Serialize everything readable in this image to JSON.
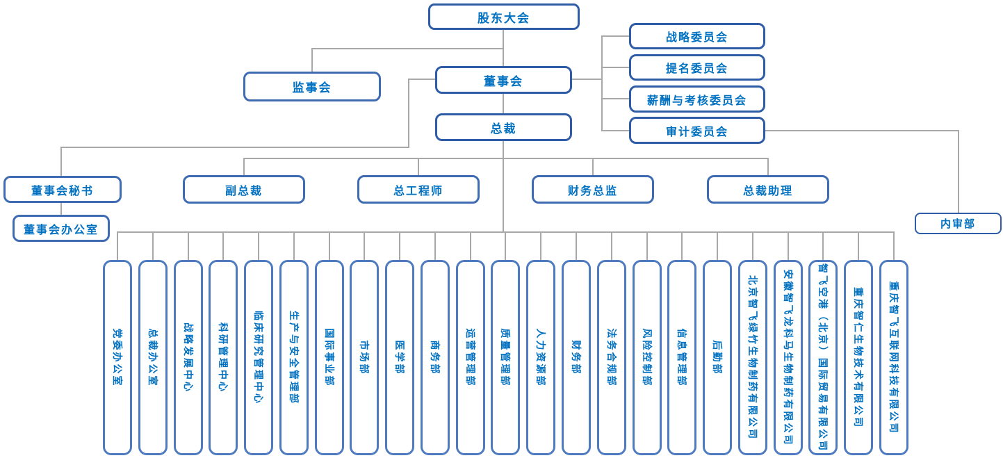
{
  "org_chart": {
    "shareholders_meeting": "股东大会",
    "supervisory_board": "监事会",
    "board_of_directors": "董事会",
    "president": "总裁",
    "board_committees": [
      "战略委员会",
      "提名委员会",
      "薪酬与考核委员会",
      "审计委员会"
    ],
    "board_secretary": "董事会秘书",
    "board_office": "董事会办公室",
    "vice_president": "副总裁",
    "chief_engineer": "总工程师",
    "finance_director": "财务总监",
    "president_assistant": "总裁助理",
    "internal_audit_dept": "内审部",
    "departments": [
      "党委办公室",
      "总裁办公室",
      "战略发展中心",
      "科研管理中心",
      "临床研究管理中心",
      "生产与安全管理部",
      "国际事业部",
      "市场部",
      "医学部",
      "商务部",
      "运营管理部",
      "质量管理部",
      "人力资源部",
      "财务部",
      "法务合规部",
      "风险控制部",
      "信息管理部",
      "后勤部",
      "北京智飞绿竹生物制药有限公司",
      "安徽智飞龙科马生物制药有限公司",
      "智飞空港（北京）国际贸易有限公司",
      "重庆智仁生物技术有限公司",
      "重庆智飞互联网科技有限公司"
    ],
    "colors": {
      "border_dark": "#2E5CA6",
      "border_medium": "#3E6BB2",
      "border_light": "#4E7BC0",
      "text_blue": "#0070C0",
      "connector_gray": "#A8A8A8"
    }
  }
}
